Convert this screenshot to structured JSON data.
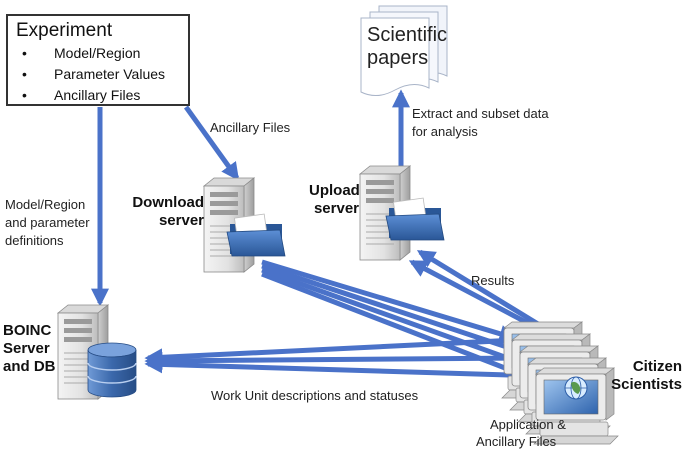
{
  "experiment": {
    "title": "Experiment",
    "items": [
      "Model/Region",
      "Parameter Values",
      "Ancillary Files"
    ]
  },
  "papers": {
    "label": "Scientific papers",
    "line1": "Scientific",
    "line2": "papers"
  },
  "nodes": {
    "download": {
      "line1": "Download",
      "line2": "server"
    },
    "upload": {
      "line1": "Upload",
      "line2": "server"
    },
    "boinc": {
      "line1": "BOINC",
      "line2": "Server",
      "line3": "and DB"
    },
    "citizen": {
      "line1": "Citizen",
      "line2": "Scientists"
    }
  },
  "edge_labels": {
    "ancillary": "Ancillary Files",
    "model_defs": [
      "Model/Region",
      "and parameter",
      "definitions"
    ],
    "extract": [
      "Extract and subset data",
      "for analysis"
    ],
    "results": "Results",
    "work_units": "Work Unit descriptions and statuses",
    "app_files": [
      "Application &",
      "Ancillary Files"
    ]
  },
  "colors": {
    "arrow": "#4a72c9",
    "server_body": "#e9e9e9",
    "folder": "#3a6fb5",
    "database": "#3e6cad"
  },
  "icons": [
    "server-icon",
    "folder-icon",
    "database-icon",
    "computer-icon",
    "document-stack-icon"
  ]
}
